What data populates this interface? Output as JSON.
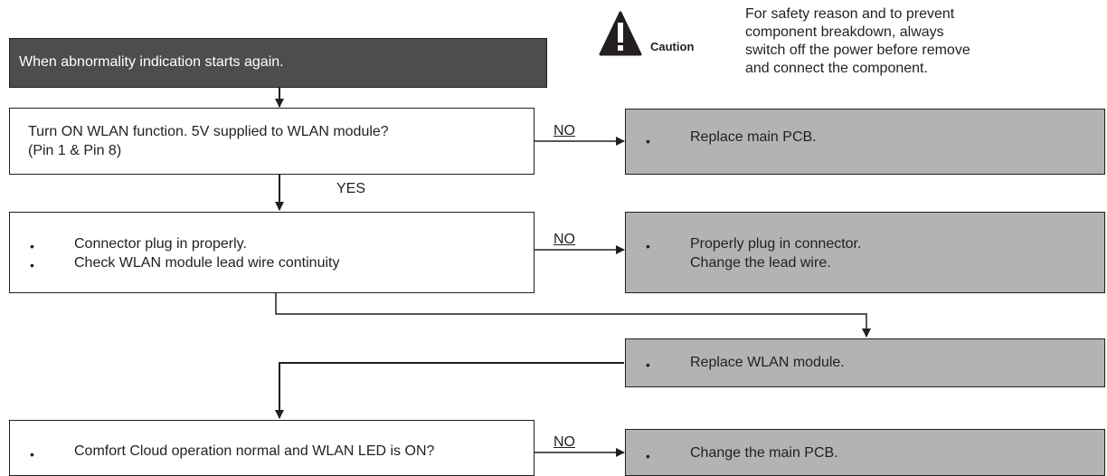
{
  "start": {
    "text": "When abnormality indication starts again."
  },
  "caution": {
    "word": "Caution",
    "lines": [
      "For safety reason and to prevent",
      "component breakdown, always",
      "switch off the power before remove",
      "and connect the component."
    ]
  },
  "step1": {
    "lines": [
      "Turn ON WLAN function. 5V supplied to WLAN module?",
      "(Pin 1 & Pin 8)"
    ]
  },
  "step2": {
    "bullets": [
      "Connector plug in properly.",
      "Check WLAN module lead wire continuity"
    ]
  },
  "step3": {
    "bullets": [
      "Comfort Cloud operation normal and WLAN LED is ON?"
    ]
  },
  "actions": {
    "a1": {
      "lines": [
        "Replace main PCB."
      ]
    },
    "a2": {
      "lines": [
        "Properly plug in connector.",
        "Change the lead wire."
      ]
    },
    "a3": {
      "lines": [
        "Replace WLAN module."
      ]
    },
    "a4": {
      "lines": [
        "Change the main PCB."
      ]
    }
  },
  "labels": {
    "no": "NO",
    "yes": "YES"
  },
  "colors": {
    "dark_box": "#4d4d4f",
    "grey_box": "#b3b3b3",
    "line": "#231f20"
  }
}
